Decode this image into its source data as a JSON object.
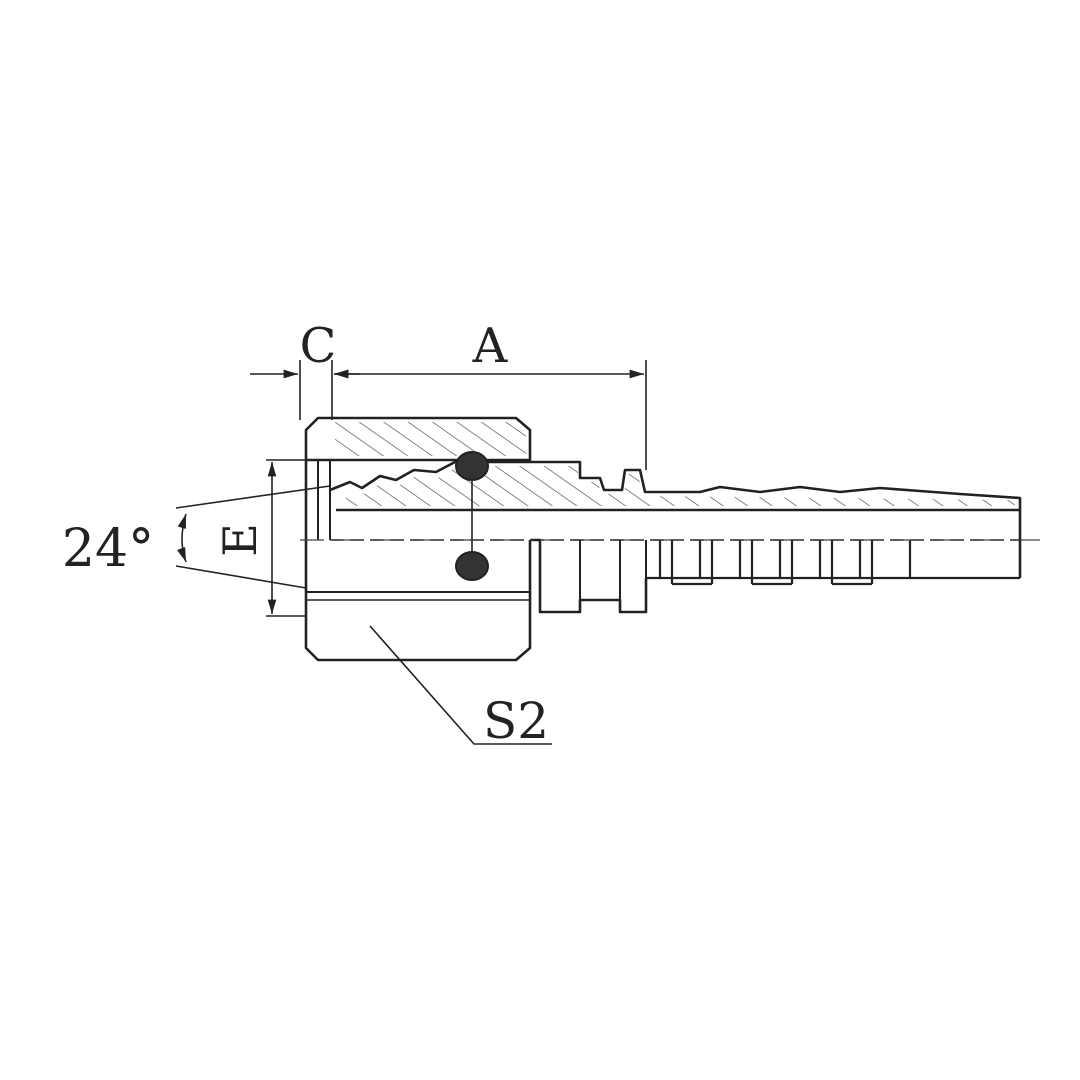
{
  "drawing": {
    "labels": {
      "dim_c": "C",
      "dim_a": "A",
      "dim_e": "E",
      "angle": "24°",
      "hex_size": "S2"
    },
    "colors": {
      "line": "#222222",
      "hatch": "#555555",
      "background": "#ffffff"
    }
  }
}
